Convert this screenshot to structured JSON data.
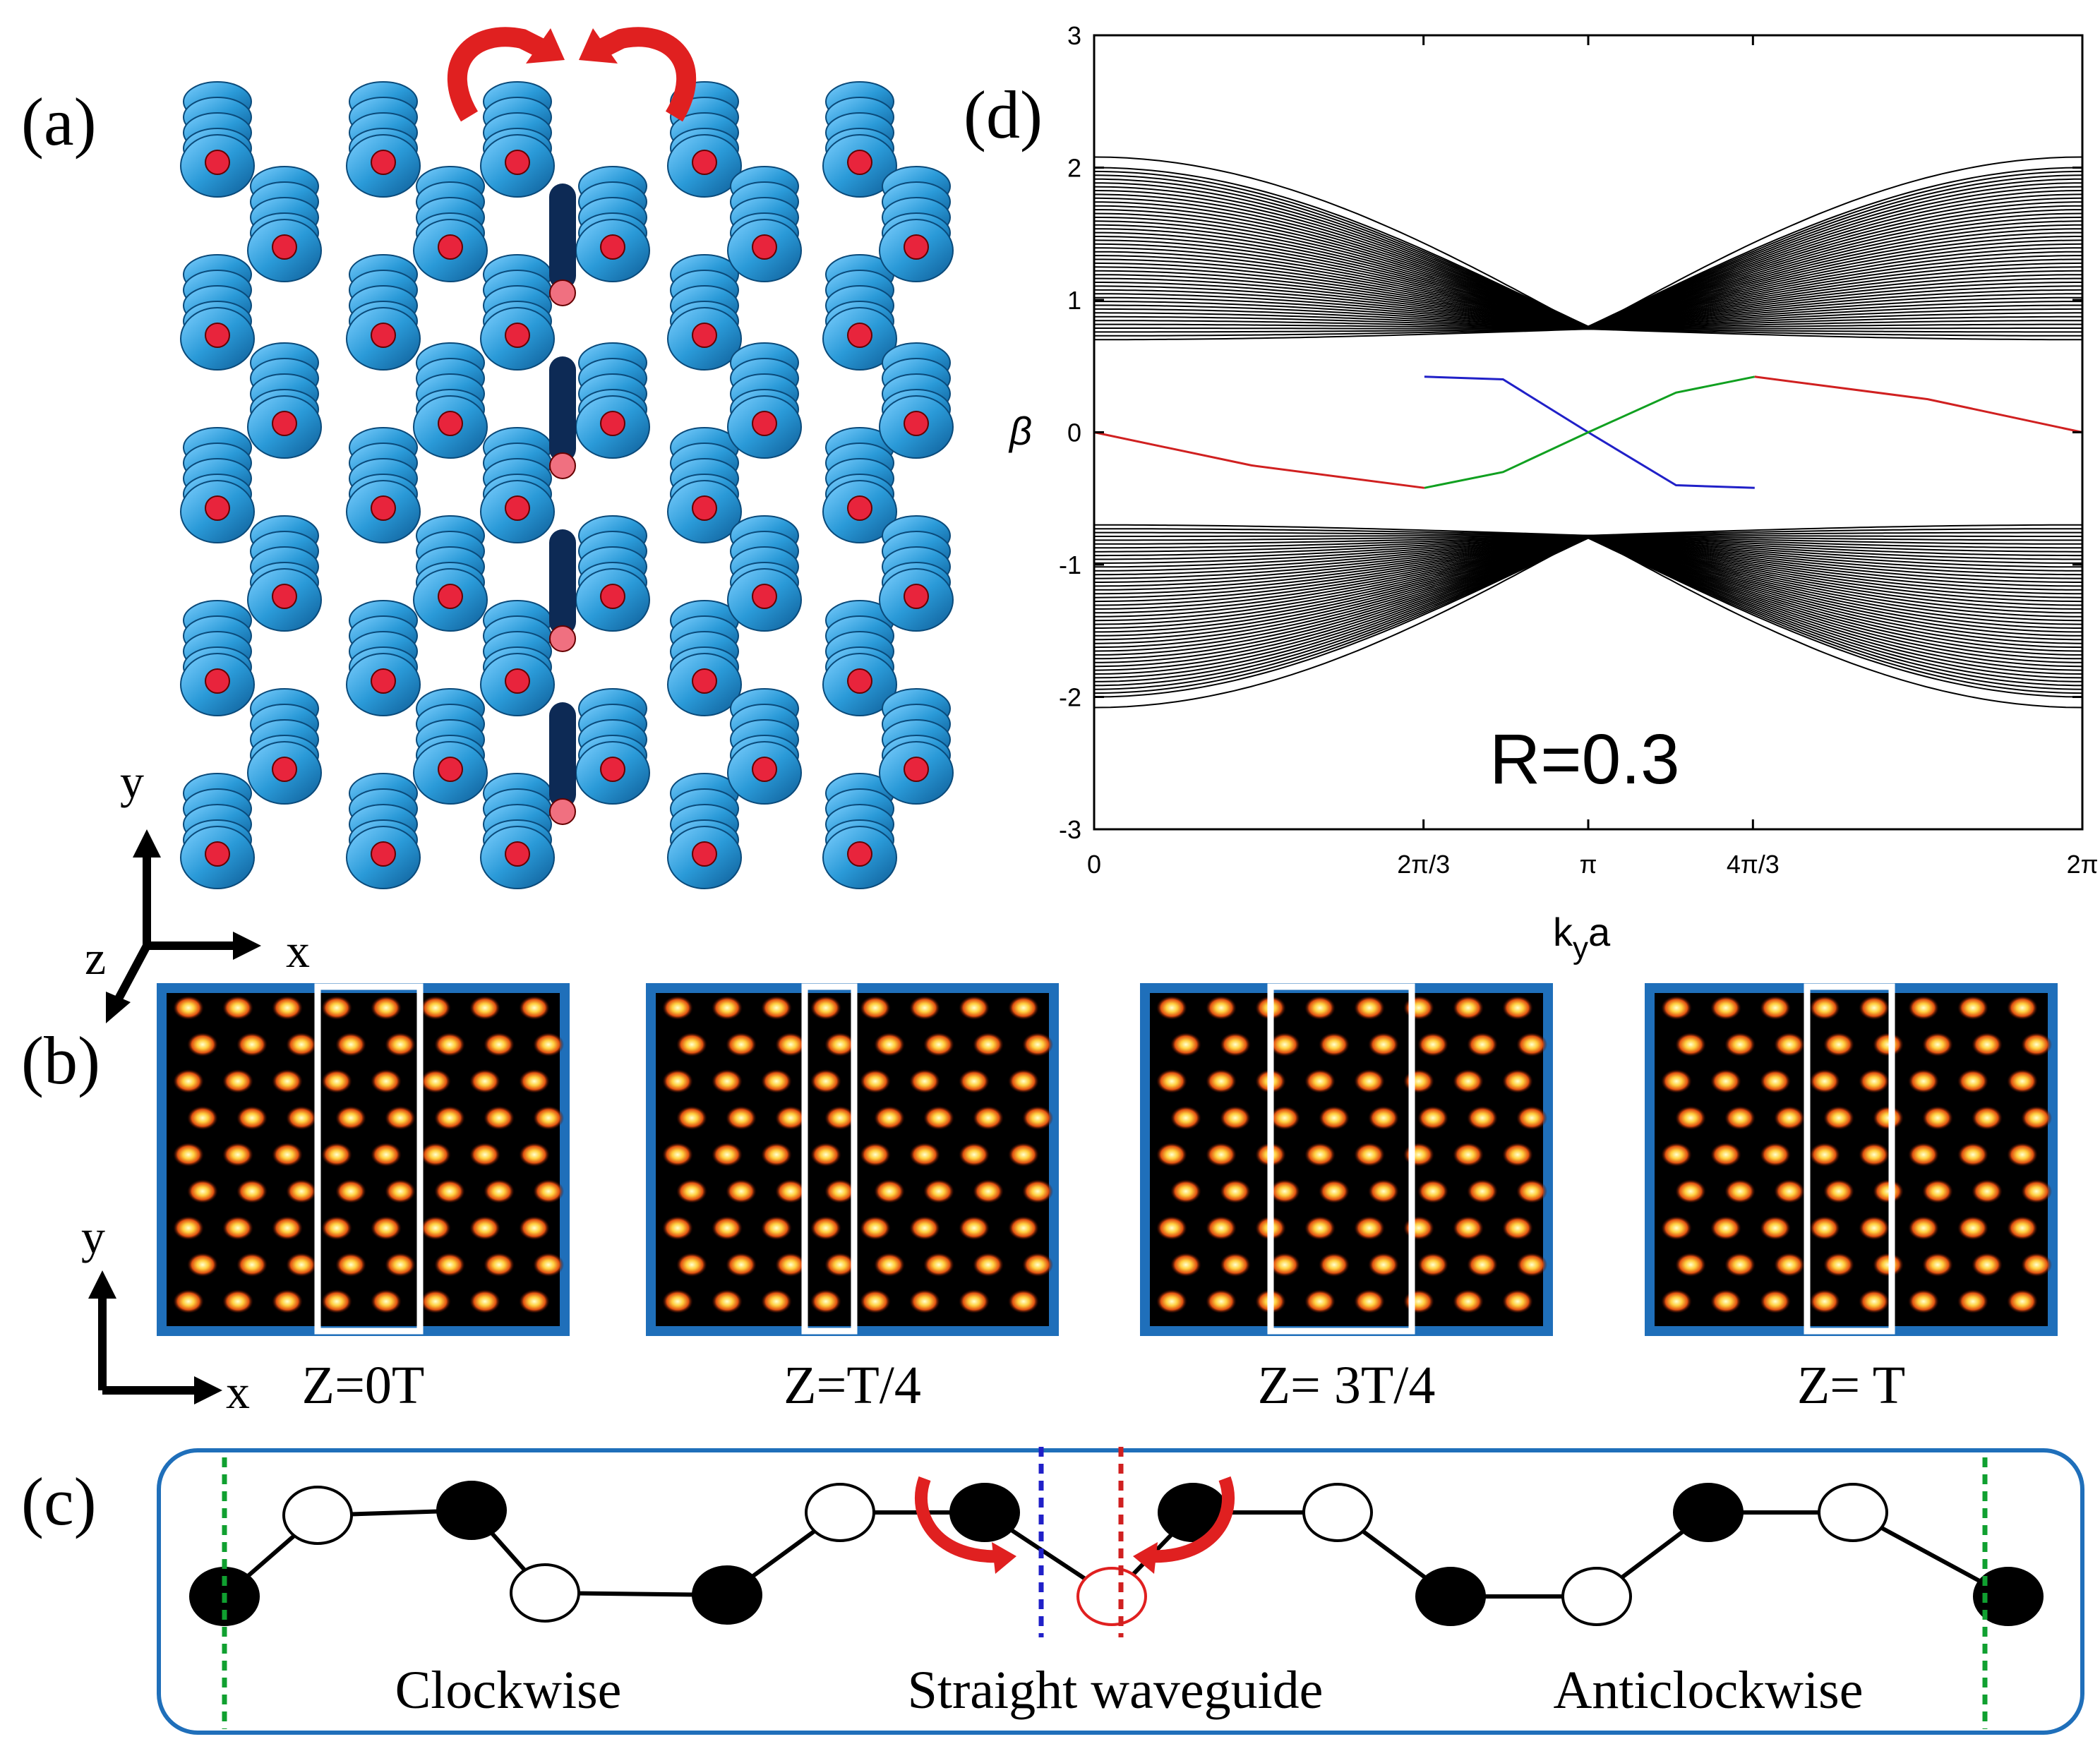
{
  "panels": {
    "a": {
      "label": "(a)"
    },
    "b": {
      "label": "(b)",
      "frames": [
        "Z=0T",
        "Z=T/4",
        "Z= 3T/4",
        "Z= T"
      ]
    },
    "c": {
      "label": "(c)",
      "captions": [
        "Clockwise",
        "Straight waveguide",
        "Anticlockwise"
      ]
    },
    "d": {
      "label": "(d)",
      "annotation": "R=0.3"
    }
  },
  "axes_3d": {
    "y": "y",
    "x": "x",
    "z": "z"
  },
  "axes_2d": {
    "y": "y",
    "x": "x"
  },
  "colors": {
    "helix": "#2a9ad8",
    "dot": "#e8243c",
    "frame": "#1f6fba",
    "arrow": "#e02020",
    "edge_blue": "#2020c8",
    "edge_red": "#d02020",
    "edge_green": "#10a020",
    "dashed_green": "#10a030"
  },
  "chart_data": {
    "type": "line",
    "xlabel": "k_y a",
    "ylabel": "β",
    "xlim": [
      0,
      6.2832
    ],
    "ylim": [
      -3,
      3
    ],
    "xticks": [
      "0",
      "2π/3",
      "π",
      "4π/3",
      "2π"
    ],
    "yticks": [
      "-3",
      "-2",
      "-1",
      "0",
      "1",
      "2",
      "3"
    ],
    "bulk_band_edges": {
      "upper_outer": 2.0,
      "upper_inner_at_0": 0.7,
      "upper_inner_at_pi": 0.78,
      "lower_inner_at_pi": -0.78,
      "lower_outer": -2.0
    },
    "series": [
      {
        "color": "#2020c8",
        "x": [
          2.1,
          2.6,
          3.1416,
          3.7,
          4.2
        ],
        "y": [
          0.42,
          0.4,
          0.0,
          -0.4,
          -0.42
        ]
      },
      {
        "color": "#10a020",
        "x": [
          2.1,
          2.6,
          3.1416,
          3.7,
          4.2
        ],
        "y": [
          -0.42,
          -0.3,
          0.0,
          0.3,
          0.42
        ]
      },
      {
        "color": "#d02020",
        "x": [
          0,
          1.0,
          2.1
        ],
        "y": [
          0.0,
          -0.25,
          -0.42
        ]
      },
      {
        "color": "#d02020",
        "x": [
          4.2,
          5.3,
          6.2832
        ],
        "y": [
          0.42,
          0.25,
          0.0
        ]
      }
    ]
  }
}
